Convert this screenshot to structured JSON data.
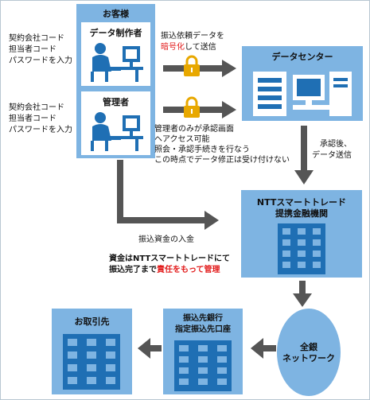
{
  "customer": {
    "title": "お客様",
    "creator_label": "データ制作者",
    "admin_label": "管理者"
  },
  "left_notes": {
    "creator": [
      "契約会社コード",
      "担当者コード",
      "パスワードを入力"
    ],
    "admin": [
      "契約会社コード",
      "担当者コード",
      "パスワードを入力"
    ]
  },
  "transfer_note": {
    "line1": "振込依頼データを",
    "line2_red": "暗号化",
    "line2_rest": "して送信"
  },
  "data_center": {
    "title": "データセンター"
  },
  "approval_note": {
    "line1": "管理者のみが承認画面",
    "line2": "ヘアクセス可能",
    "line3": "照会・承認手続きを行なう",
    "line4": "この時点でデータ修正は受け付けない"
  },
  "after_approval": {
    "line1": "承認後、",
    "line2": "データ送信"
  },
  "ntt": {
    "line1": "NTTスマートトレード",
    "line2": "提携金融機関"
  },
  "deposit_label": "振込資金の入金",
  "responsibility": {
    "line1": "資金はNTTスマートトレードにて",
    "line2_pre": "振込完了まで",
    "line2_red": "責任をもって管理"
  },
  "network": {
    "line1": "全銀",
    "line2": "ネットワーク"
  },
  "bank": {
    "line1": "振込先銀行",
    "line2": "指定振込先口座"
  },
  "client": {
    "title": "お取引先"
  },
  "colors": {
    "panel": "#7eb4e2",
    "dark_blue": "#1f6fb4",
    "arrow": "#555555",
    "lock": "#e8a800",
    "red": "#e21a1a"
  },
  "icons": [
    "person-at-computer-icon",
    "lock-icon",
    "server-icon",
    "monitor-icon",
    "building-icon"
  ]
}
